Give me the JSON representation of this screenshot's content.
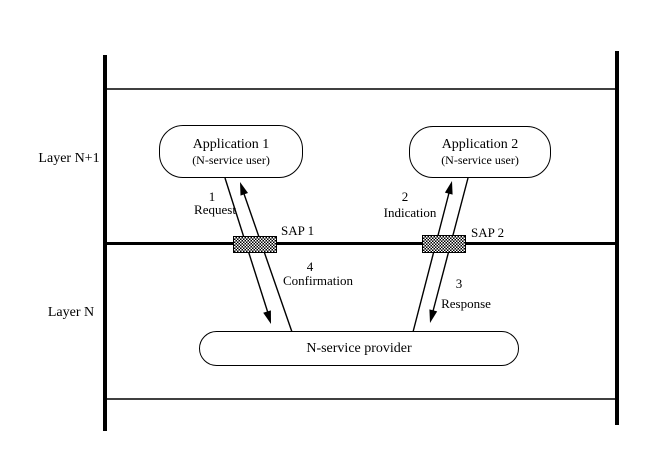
{
  "layers": {
    "upper_label": "Layer N+1",
    "lower_label": "Layer N"
  },
  "nodes": {
    "app1": {
      "title": "Application 1",
      "subtitle": "(N-service user)"
    },
    "app2": {
      "title": "Application 2",
      "subtitle": "(N-service user)"
    },
    "provider": {
      "title": "N-service provider"
    }
  },
  "saps": {
    "sap1_label": "SAP 1",
    "sap2_label": "SAP 2"
  },
  "primitives": {
    "request": {
      "number": "1",
      "label": "Request"
    },
    "indication": {
      "number": "2",
      "label": "Indication"
    },
    "response": {
      "number": "3",
      "label": "Response"
    },
    "confirmation": {
      "number": "4",
      "label": "Confirmation"
    }
  },
  "colors": {
    "ink": "#000000",
    "background": "#ffffff"
  }
}
